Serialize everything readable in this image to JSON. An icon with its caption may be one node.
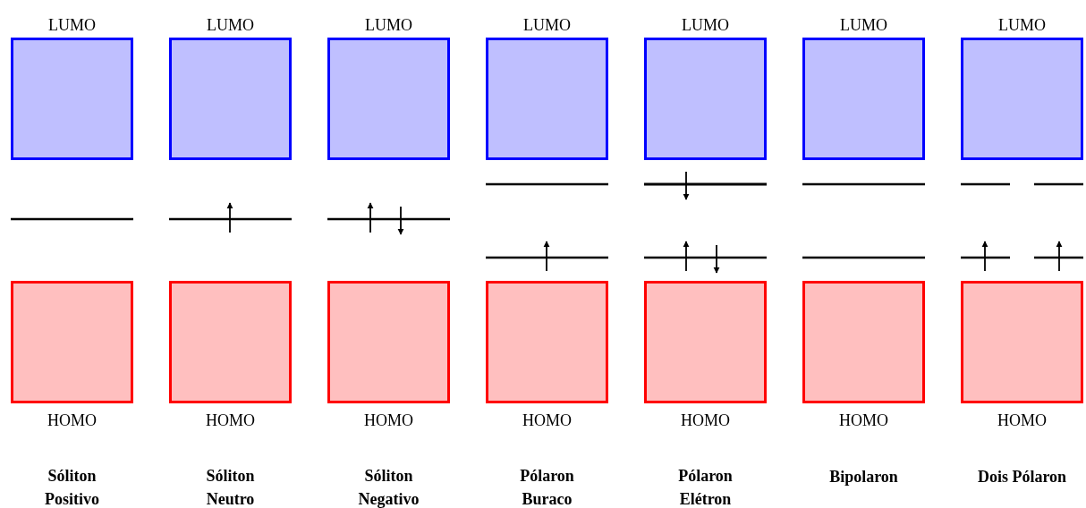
{
  "diagram": {
    "nodes": [
      {
        "text": [
          "LUMO"
        ]
      },
      {
        "text": [
          "HOMO"
        ]
      },
      {
        "text": [
          "LUMO"
        ]
      },
      {
        "text": [
          "HOMO"
        ]
      },
      {
        "text": [
          "LUMO"
        ]
      },
      {
        "text": [
          "HOMO"
        ]
      },
      {
        "text": [
          "LUMO"
        ]
      },
      {
        "text": [
          "HOMO"
        ]
      },
      {
        "text": [
          "LUMO"
        ]
      },
      {
        "text": [
          "HOMO"
        ]
      },
      {
        "text": [
          "LUMO"
        ]
      },
      {
        "text": [
          "HOMO"
        ]
      },
      {
        "text": [
          "LUMO"
        ]
      },
      {
        "text": [
          "HOMO"
        ]
      }
    ],
    "labels": [
      "Sóliton Positivo",
      "Sóliton Neutro",
      "Sóliton Negativo",
      "Pólaron Buraco",
      "Pólaron Elétron",
      "Bipolaron",
      "Dois Pólaron"
    ]
  }
}
